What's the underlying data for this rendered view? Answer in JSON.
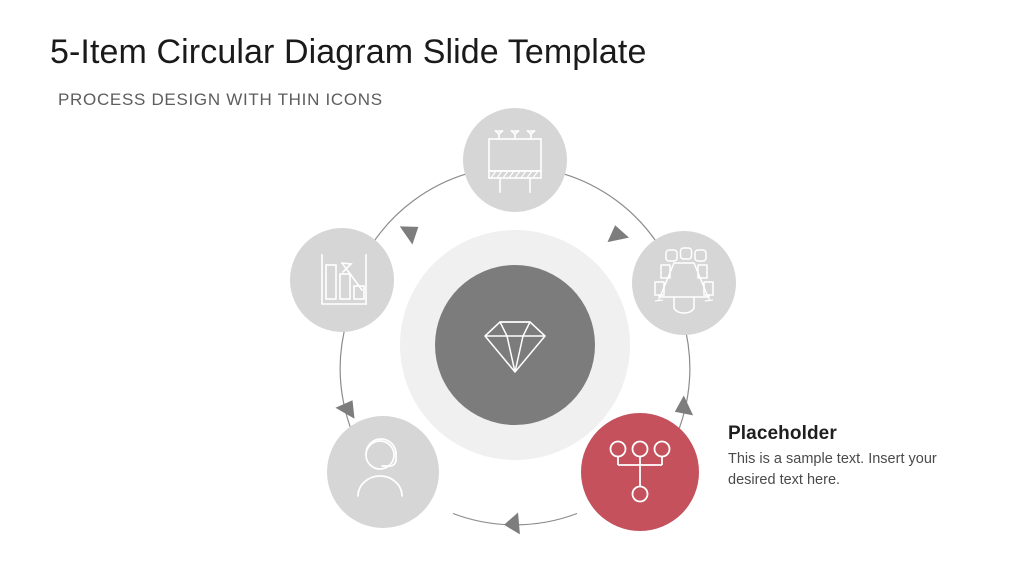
{
  "slide": {
    "title": "5-Item Circular Diagram Slide Template",
    "subtitle": "PROCESS DESIGN WITH THIN ICONS"
  },
  "colors": {
    "background": "#ffffff",
    "title_text": "#1a1a1a",
    "subtitle_text": "#5d5d5d",
    "node_inactive": "#d6d6d6",
    "node_active": "#c4515c",
    "hub_ring": "#f0f0f0",
    "hub_core": "#7c7c7c",
    "icon_stroke": "#ffffff",
    "path_stroke": "#8c8c8c",
    "arrow_fill": "#7d7d7d",
    "body_text": "#4a4a4a",
    "heading_text": "#1f1f1f"
  },
  "hub": {
    "icon": "diamond-gem-icon",
    "label": ""
  },
  "nodes": [
    {
      "id": "node-1",
      "position": "top",
      "icon": "billboard-icon",
      "state": "inactive",
      "color": "#d6d6d6",
      "label": ""
    },
    {
      "id": "node-2",
      "position": "right",
      "icon": "conference-table-icon",
      "state": "inactive",
      "color": "#d6d6d6",
      "label": ""
    },
    {
      "id": "node-3",
      "position": "bottom-right",
      "icon": "org-chart-icon",
      "state": "active",
      "color": "#c4515c",
      "label": ""
    },
    {
      "id": "node-4",
      "position": "bottom-left",
      "icon": "support-headset-icon",
      "state": "inactive",
      "color": "#d6d6d6",
      "label": ""
    },
    {
      "id": "node-5",
      "position": "left",
      "icon": "declining-bar-chart-icon",
      "state": "inactive",
      "color": "#d6d6d6",
      "label": ""
    }
  ],
  "flow": {
    "direction": "counter-clockwise",
    "arrow_count": 5
  },
  "callout": {
    "heading": "Placeholder",
    "body": "This is a sample text. Insert your desired text here."
  }
}
